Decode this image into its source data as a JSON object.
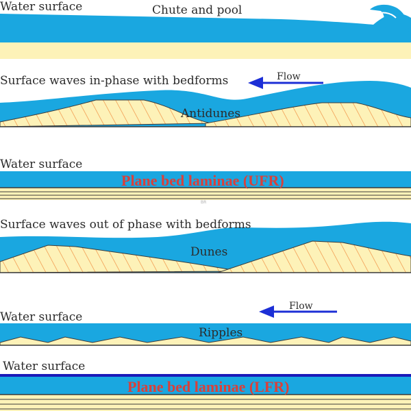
{
  "colors": {
    "water": "#1aa7e0",
    "sand": "#fdf2b8",
    "sand_stroke": "#3a3a3a",
    "laminae_red": "#f08a3c",
    "arrow": "#1c2fd6",
    "label_red": "#d9403a",
    "dark_water_line": "#1a1ab8"
  },
  "panels": {
    "chute_pool": {
      "surface_label": "Water surface",
      "title": "Chute and pool"
    },
    "antidunes": {
      "caption": "Surface waves in-phase with bedforms",
      "flow_label": "Flow",
      "bedform_label": "Antidunes"
    },
    "plane_ufr": {
      "surface_label": "Water surface",
      "bed_label": "Plane bed laminae (UFR)",
      "small_mark": "BR"
    },
    "dunes": {
      "caption": "Surface waves out of phase with bedforms",
      "bedform_label": "Dunes"
    },
    "ripples": {
      "surface_label": "Water surface",
      "flow_label": "Flow",
      "bedform_label": "Ripples"
    },
    "plane_lfr": {
      "surface_label": "Water surface",
      "bed_label": "Plane bed laminae (LFR)"
    }
  }
}
